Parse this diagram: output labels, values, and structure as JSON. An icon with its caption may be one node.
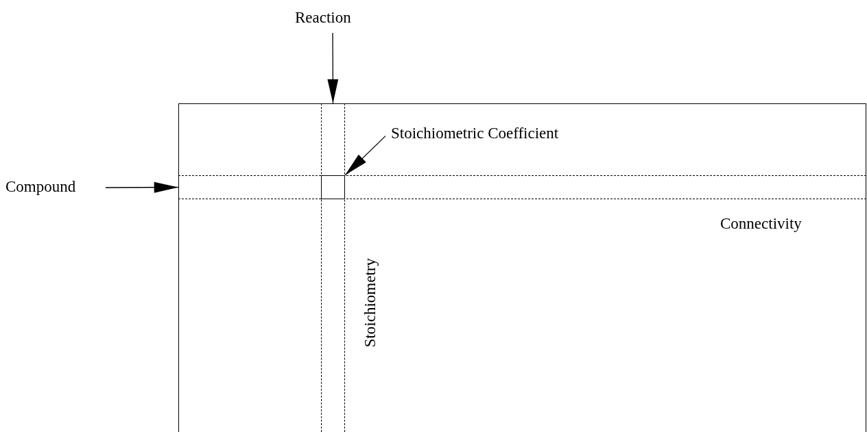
{
  "diagram": {
    "nodes": [
      {
        "text": [],
        "shape": "box"
      },
      {
        "text": [
          "Reaction"
        ]
      },
      {
        "text": [],
        "shape": "bar",
        "in": 0
      },
      {
        "text": [
          "Compound"
        ]
      },
      {
        "text": [],
        "shape": "bar",
        "in": 0
      },
      {
        "text": [
          "Stoichiometric Coefficient"
        ],
        "in": 0
      },
      {
        "text": [],
        "shape": "box"
      }
    ],
    "edges": [
      {
        "from": 1,
        "to": 2,
        "arrow": "to"
      },
      {
        "from": 3,
        "to": 4,
        "arrow": "to"
      },
      {
        "from": 5,
        "to": 6,
        "arrow": "to"
      }
    ],
    "labels": [
      "Connectivity",
      "Stoichiometry"
    ]
  }
}
